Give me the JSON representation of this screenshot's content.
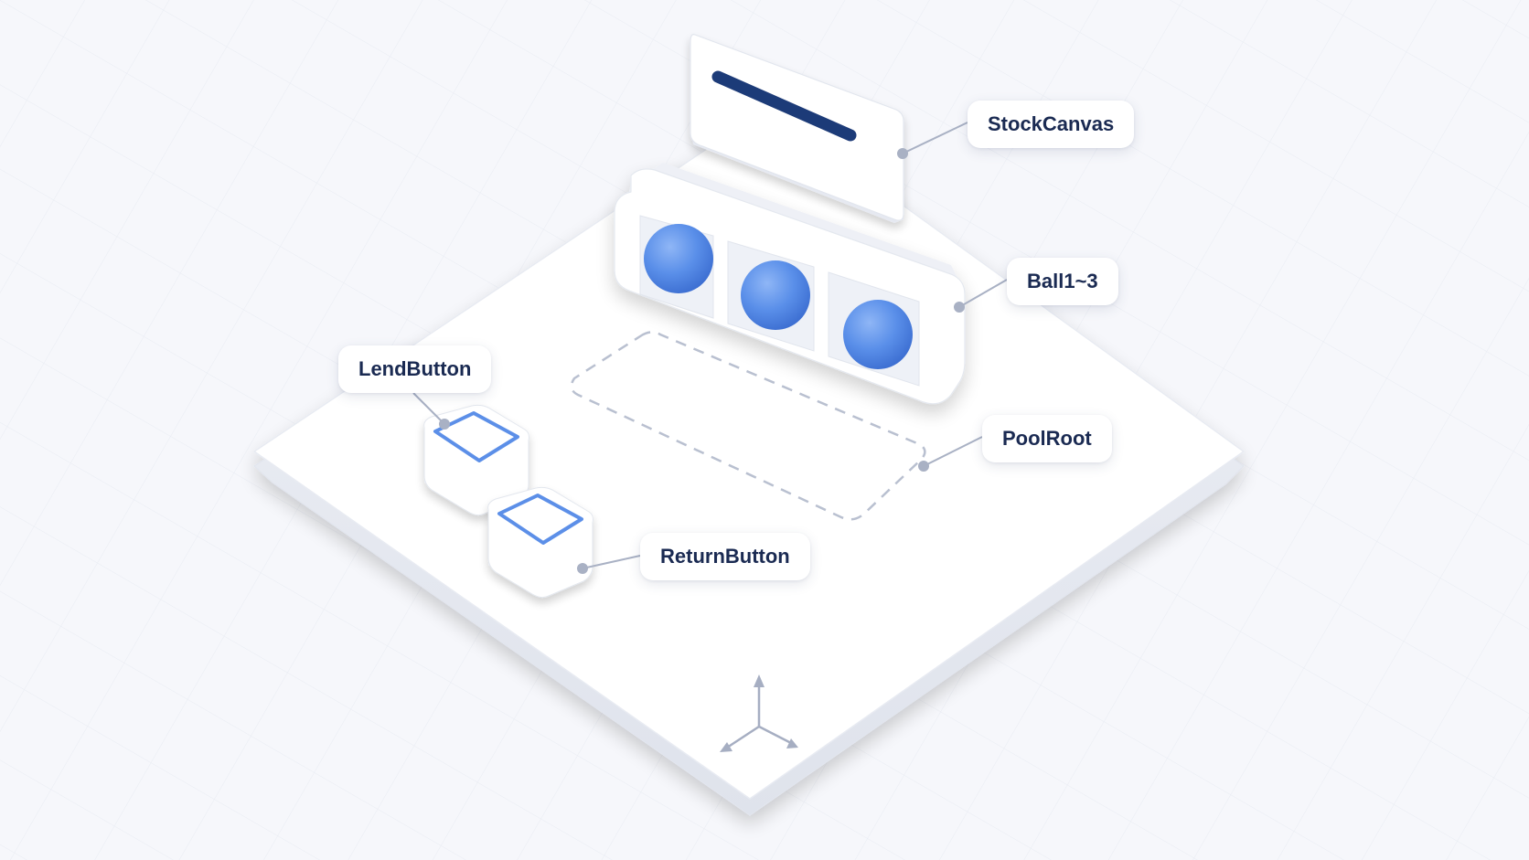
{
  "labels": {
    "stock_canvas": "StockCanvas",
    "balls": "Ball1~3",
    "lend_button": "LendButton",
    "pool_root": "PoolRoot",
    "return_button": "ReturnButton"
  },
  "colors": {
    "background": "#f6f7fb",
    "platform": "#ffffff",
    "accent_blue": "#5b8fe8",
    "ball_blue": "#4f86e4",
    "navy": "#1f3a78",
    "leader_line": "#a9b1c4",
    "dashed_outline": "#b9c0d0"
  },
  "icons": [
    "axis-gizmo-icon"
  ]
}
